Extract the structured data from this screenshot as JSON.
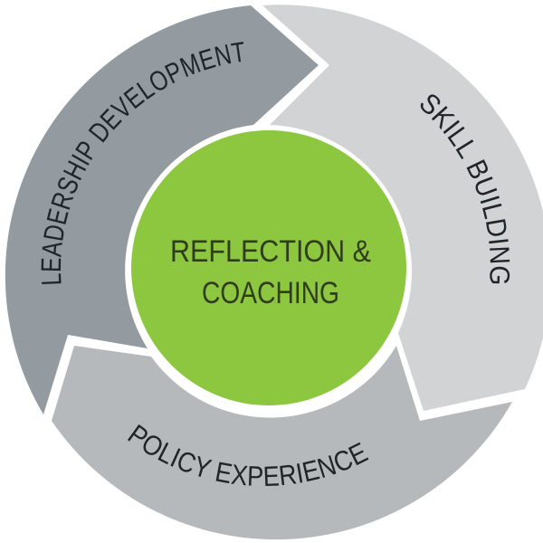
{
  "hub": {
    "line1": "REFLECTION &",
    "line2": "COACHING",
    "fill": "#8dc63f",
    "text_color": "#2f3d1e"
  },
  "segments": [
    {
      "label": "LEADERSHIP DEVELOPMENT",
      "fill": "#939ba0",
      "text_color": "#1e2428"
    },
    {
      "label": "SKILL BUILDING",
      "fill": "#d1d3d4",
      "text_color": "#1e2428"
    },
    {
      "label": "POLICY EXPERIENCE",
      "fill": "#b5b9bc",
      "text_color": "#1e2428"
    }
  ]
}
